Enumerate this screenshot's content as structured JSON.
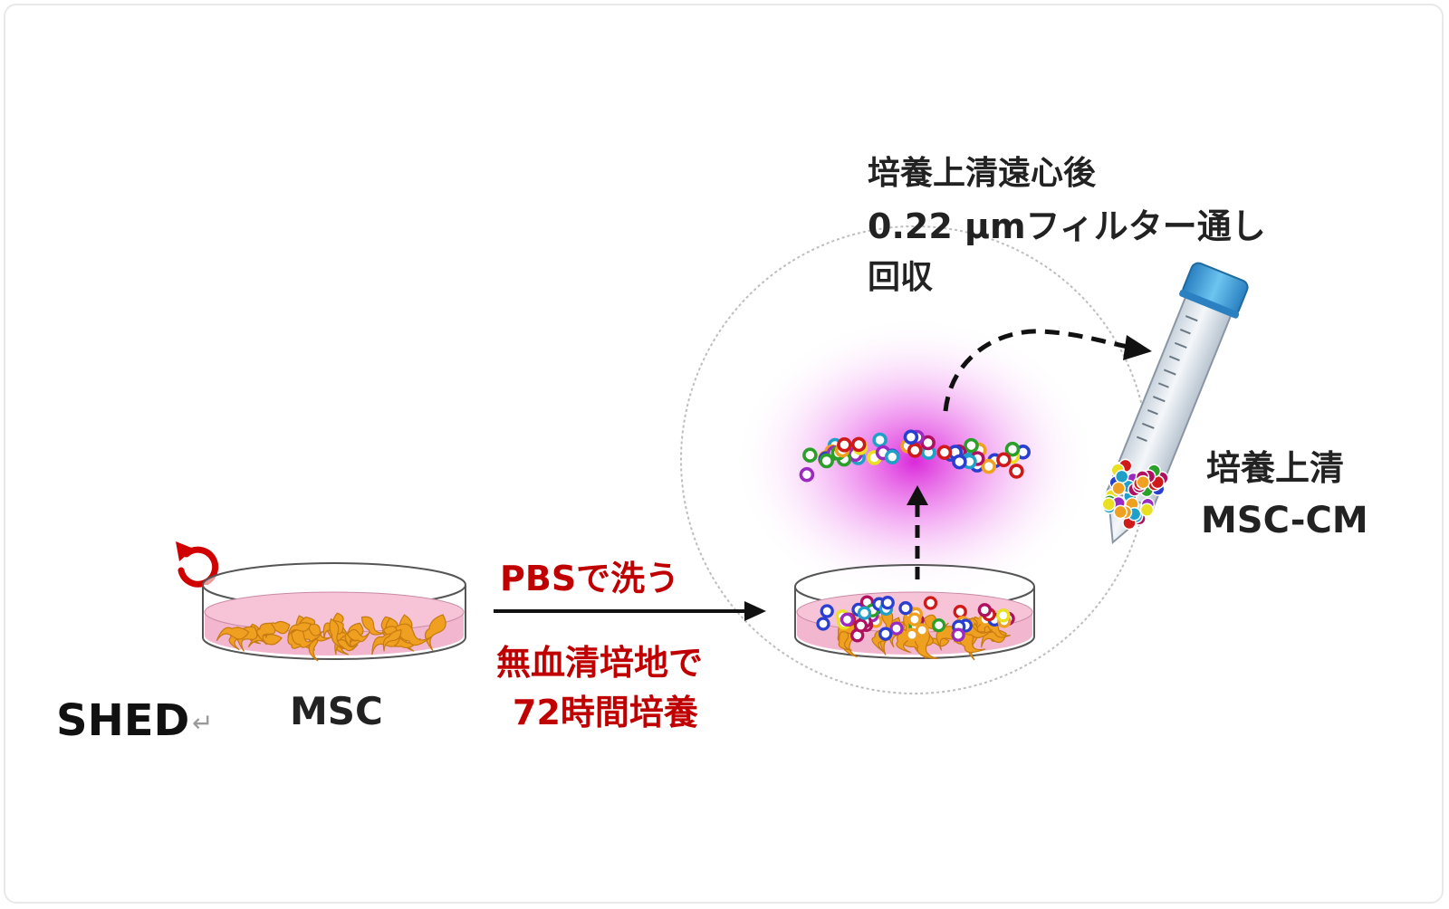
{
  "labels": {
    "shed": "SHED",
    "shed_return_mark": "↵",
    "msc": "MSC",
    "wash_step": "PBSで洗う",
    "culture_line1": "無血清培地で",
    "culture_line2": "72時間培養",
    "process_line1": "培養上清遠心後",
    "process_line2": "0.22 µmフィルター通し",
    "process_line3": "回収",
    "product_line1": "培養上清",
    "product_line2": "MSC-CM"
  },
  "colors": {
    "accent_red": "#c00000",
    "text_black": "#1a1a1a",
    "medium_pink": "#f3b6cf",
    "glow_magenta": "#e040e0",
    "tube_cap": "#3aa0d8",
    "cell_orange": "#f0a020"
  },
  "icons": {
    "rotate": "rotate-arrow-icon",
    "tube": "centrifuge-tube-icon",
    "dish": "petri-dish-icon"
  }
}
